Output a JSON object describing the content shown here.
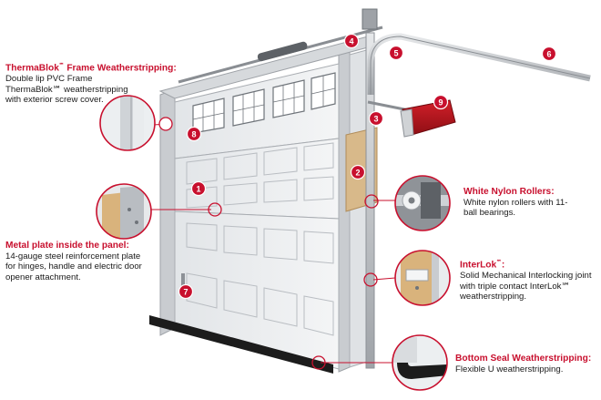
{
  "callouts": {
    "thermablok": {
      "title": "ThermaBlok",
      "title_suffix": " Frame Weatherstripping:",
      "description": "Double lip PVC Frame ThermaBlok℠ weatherstripping with exterior screw cover."
    },
    "metal_plate": {
      "title": "Metal plate inside the panel:",
      "description": "14-gauge steel reinforcement plate for hinges, handle and electric door opener attachment."
    },
    "rollers": {
      "title": "White Nylon Rollers:",
      "description": "White nylon rollers with 11-ball bearings."
    },
    "interlok": {
      "title": "InterLok",
      "title_suffix": ":",
      "description": "Solid Mechanical Interlocking joint with triple contact InterLok℠ weatherstripping."
    },
    "bottom_seal": {
      "title": "Bottom Seal Weatherstripping:",
      "description": "Flexible U weatherstripping."
    }
  },
  "trademark": "℠",
  "markers": [
    "1",
    "2",
    "3",
    "4",
    "5",
    "6",
    "7",
    "8",
    "9"
  ],
  "colors": {
    "accent_red": "#c8102e",
    "frame_grey": "#c9ccd0",
    "panel_white": "#eef0f2",
    "insulation_tan": "#d8b98a",
    "opener_red": "#b5121b"
  },
  "icons": [
    "thermablok-detail",
    "metal-plate-detail",
    "roller-detail",
    "interlok-detail",
    "bottom-seal-detail",
    "garage-door",
    "opener"
  ]
}
